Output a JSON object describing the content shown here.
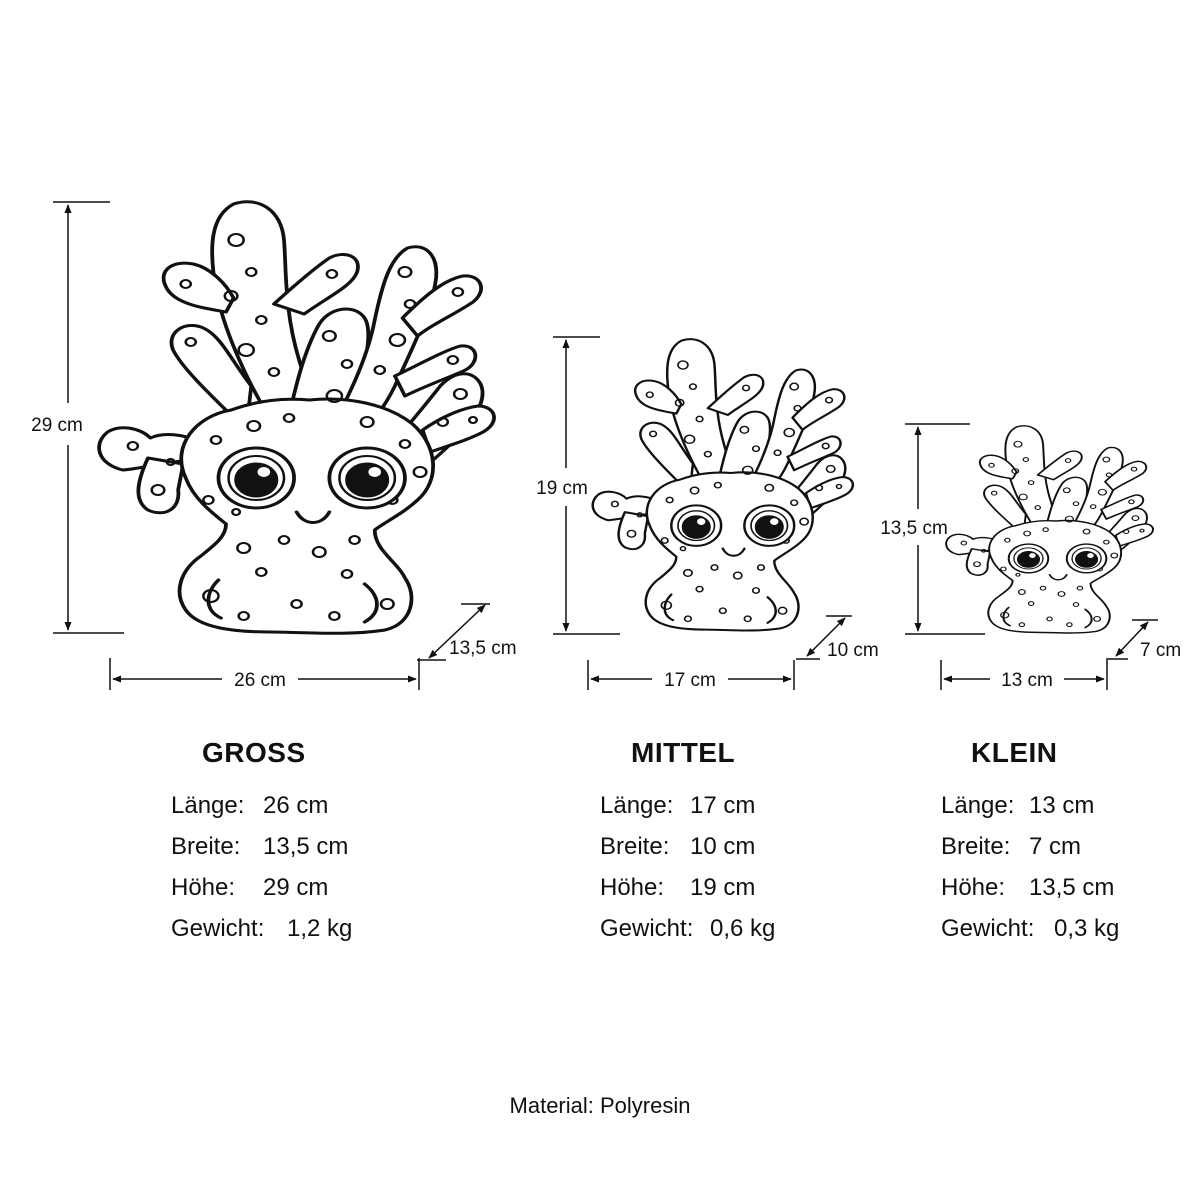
{
  "dimensions": {
    "gross": {
      "height": "29 cm",
      "width": "26 cm",
      "depth": "13,5 cm"
    },
    "mittel": {
      "height": "19 cm",
      "width": "17 cm",
      "depth": "10 cm"
    },
    "klein": {
      "height": "13,5 cm",
      "width": "13 cm",
      "depth": "7 cm"
    }
  },
  "specs": [
    {
      "title": "GROSS",
      "rows": [
        {
          "key": "Länge:",
          "value": "26 cm"
        },
        {
          "key": "Breite:",
          "value": "13,5 cm"
        },
        {
          "key": "Höhe:",
          "value": "29 cm"
        },
        {
          "key": "Gewicht:",
          "value": "1,2 kg"
        }
      ]
    },
    {
      "title": "MITTEL",
      "rows": [
        {
          "key": "Länge:",
          "value": "17 cm"
        },
        {
          "key": "Breite:",
          "value": "10 cm"
        },
        {
          "key": "Höhe:",
          "value": "19 cm"
        },
        {
          "key": "Gewicht:",
          "value": "0,6 kg"
        }
      ]
    },
    {
      "title": "KLEIN",
      "rows": [
        {
          "key": "Länge:",
          "value": "13 cm"
        },
        {
          "key": "Breite:",
          "value": "7 cm"
        },
        {
          "key": "Höhe:",
          "value": "13,5 cm"
        },
        {
          "key": "Gewicht:",
          "value": "0,3 kg"
        }
      ]
    }
  ],
  "footer": {
    "material": "Material: Polyresin"
  },
  "colors": {
    "ink": "#111111",
    "background": "#ffffff",
    "coral_fill": "#ffffff"
  },
  "icons": [
    "coral-figure-icon",
    "eye-icon",
    "smile-icon",
    "dimension-arrow-icon"
  ]
}
